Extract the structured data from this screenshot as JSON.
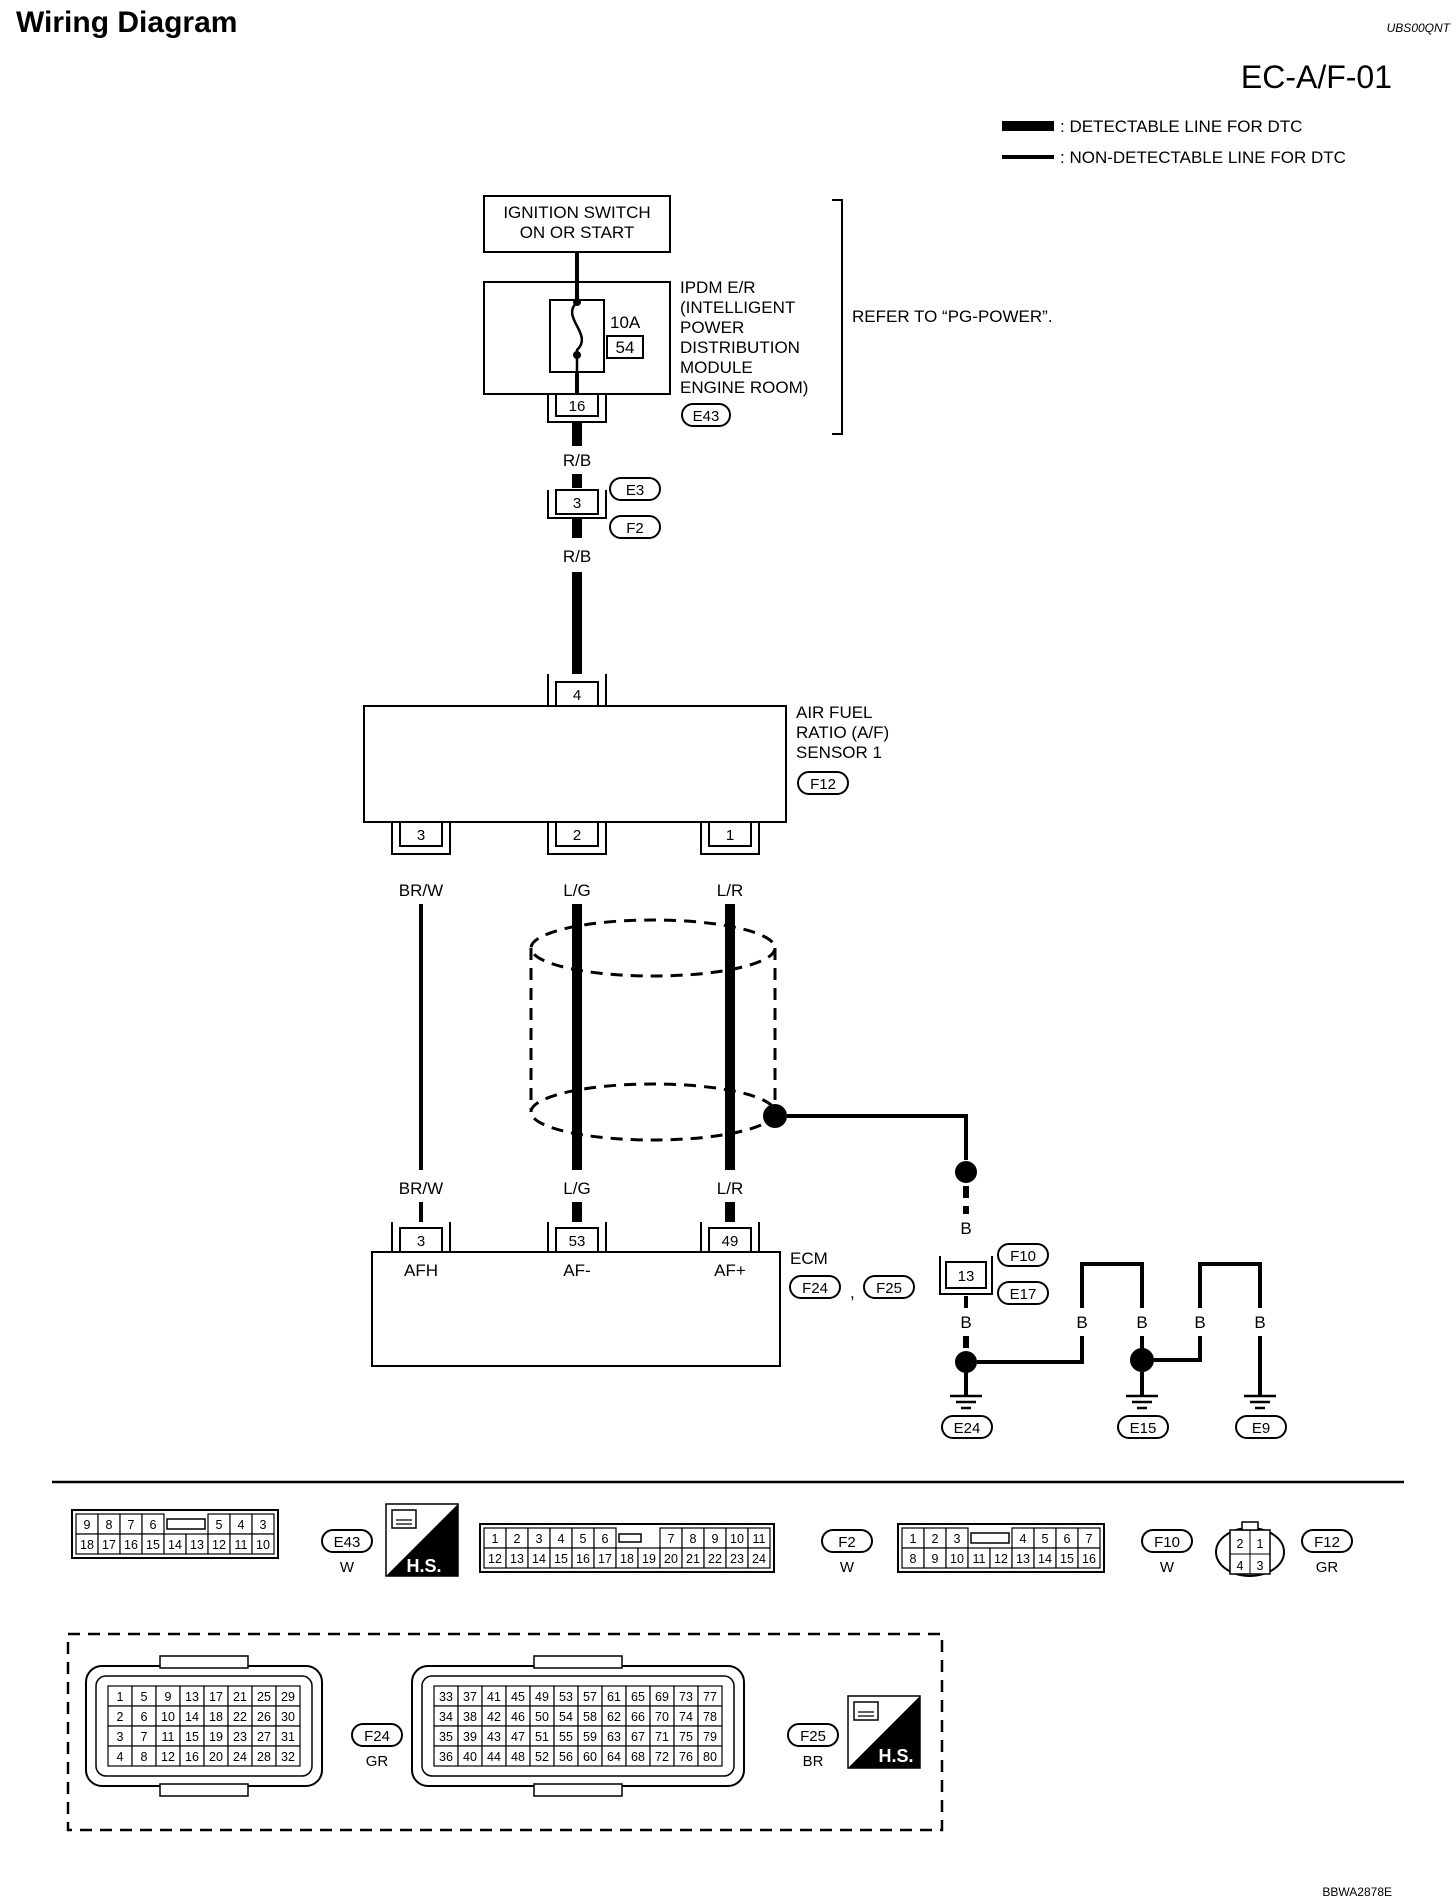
{
  "header": {
    "title": "Wiring Diagram",
    "ref_code": "UBS00QNT",
    "page_id": "EC-A/F-01",
    "figure_id": "BBWA2878E"
  },
  "legend": [
    {
      "style": "thick",
      "label": ": DETECTABLE LINE FOR DTC"
    },
    {
      "style": "thin",
      "label": ": NON-DETECTABLE LINE FOR DTC"
    }
  ],
  "ignition": {
    "line1": "IGNITION SWITCH",
    "line2": "ON OR START"
  },
  "ipdm": {
    "lines": [
      "IPDM E/R",
      "(INTELLIGENT",
      "POWER",
      "DISTRIBUTION",
      "MODULE",
      "ENGINE ROOM)"
    ],
    "fuse_rating": "10A",
    "fuse_no": "54",
    "pin": "16",
    "connector": "E43"
  },
  "refer": "REFER TO “PG-POWER”.",
  "joint": {
    "color_top": "R/B",
    "pin": "3",
    "connector_a": "E3",
    "connector_b": "F2",
    "color_bottom": "R/B"
  },
  "sensor": {
    "lines": [
      "AIR FUEL",
      "RATIO (A/F)",
      "SENSOR 1"
    ],
    "connector": "F12",
    "pin_top": "4",
    "pins": [
      "3",
      "2",
      "1"
    ],
    "colors_top": [
      "BR/W",
      "L/G",
      "L/R"
    ]
  },
  "ecm": {
    "label": "ECM",
    "connectors": [
      "F24",
      "F25"
    ],
    "comma": ",",
    "pins": [
      "3",
      "53",
      "49"
    ],
    "terms": [
      "AFH",
      "AF-",
      "AF+"
    ],
    "colors": [
      "BR/W",
      "L/G",
      "L/R"
    ]
  },
  "ground": {
    "color": "B",
    "pin": "13",
    "connector_a": "F10",
    "connector_b": "E17",
    "grounds": [
      "E24",
      "E15",
      "E9"
    ]
  },
  "connectors": {
    "e43": {
      "id": "E43",
      "color": "W",
      "row1": [
        "9",
        "8",
        "7",
        "6",
        "",
        "5",
        "4",
        "3"
      ],
      "row2": [
        "18",
        "17",
        "16",
        "15",
        "14",
        "13",
        "12",
        "11",
        "10"
      ]
    },
    "f2": {
      "id": "F2",
      "color": "W",
      "row1": [
        "1",
        "2",
        "3",
        "4",
        "5",
        "6",
        "",
        "7",
        "8",
        "9",
        "10",
        "11"
      ],
      "row2": [
        "12",
        "13",
        "14",
        "15",
        "16",
        "17",
        "18",
        "19",
        "20",
        "21",
        "22",
        "23",
        "24"
      ]
    },
    "f10": {
      "id": "F10",
      "color": "W",
      "row1": [
        "1",
        "2",
        "3",
        "",
        "4",
        "5",
        "6",
        "7"
      ],
      "row2": [
        "8",
        "9",
        "10",
        "11",
        "12",
        "13",
        "14",
        "15",
        "16"
      ]
    },
    "f12": {
      "id": "F12",
      "color": "GR",
      "pins": [
        "2",
        "1",
        "4",
        "3"
      ]
    },
    "f24": {
      "id": "F24",
      "color": "GR",
      "rows": [
        [
          "1",
          "5",
          "9",
          "13",
          "17",
          "21",
          "25",
          "29"
        ],
        [
          "2",
          "6",
          "10",
          "14",
          "18",
          "22",
          "26",
          "30"
        ],
        [
          "3",
          "7",
          "11",
          "15",
          "19",
          "23",
          "27",
          "31"
        ],
        [
          "4",
          "8",
          "12",
          "16",
          "20",
          "24",
          "28",
          "32"
        ]
      ]
    },
    "f25": {
      "id": "F25",
      "color": "BR",
      "rows": [
        [
          "33",
          "37",
          "41",
          "45",
          "49",
          "53",
          "57",
          "61",
          "65",
          "69",
          "73",
          "77"
        ],
        [
          "34",
          "38",
          "42",
          "46",
          "50",
          "54",
          "58",
          "62",
          "66",
          "70",
          "74",
          "78"
        ],
        [
          "35",
          "39",
          "43",
          "47",
          "51",
          "55",
          "59",
          "63",
          "67",
          "71",
          "75",
          "79"
        ],
        [
          "36",
          "40",
          "44",
          "48",
          "52",
          "56",
          "60",
          "64",
          "68",
          "72",
          "76",
          "80"
        ]
      ]
    },
    "hs_label": "H.S."
  }
}
